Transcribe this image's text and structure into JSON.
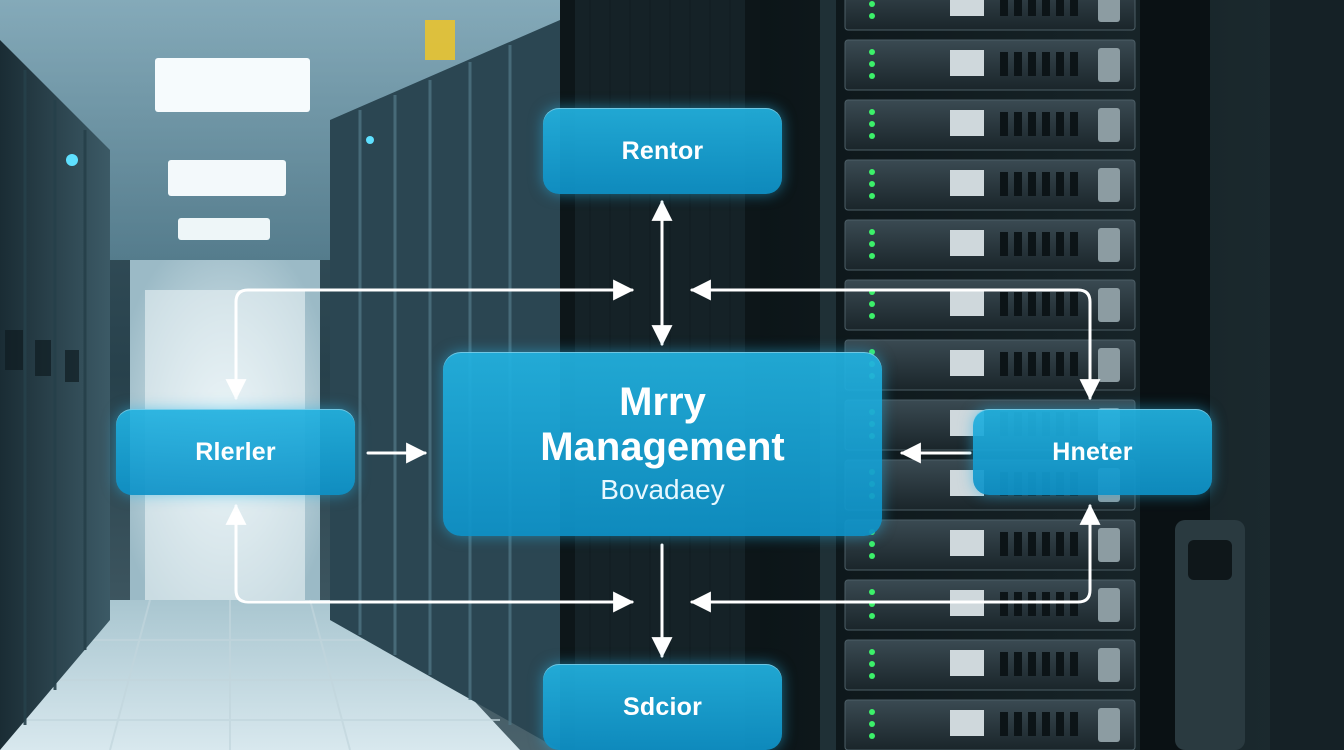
{
  "diagram": {
    "center": {
      "title_line_1": "Mrry",
      "title_line_2": "Management",
      "subtitle": "Bovadaey"
    },
    "top": {
      "label": "Rentor"
    },
    "left": {
      "label": "Rlerler"
    },
    "right": {
      "label": "Hneter"
    },
    "bottom": {
      "label": "Sdcior"
    }
  },
  "colors": {
    "node_fill": "#1aa6d8",
    "arrow": "#ffffff",
    "led_green": "#3cf06a",
    "background": "#0a1418"
  },
  "background_scene": "server-room-racks"
}
